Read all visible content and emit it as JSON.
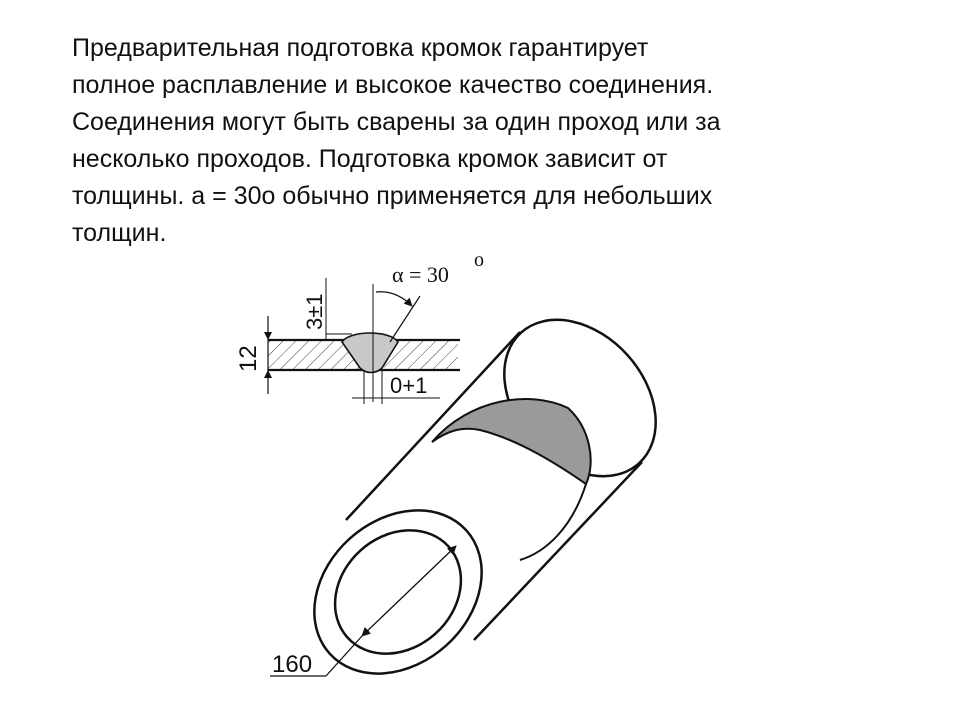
{
  "slide": {
    "paragraph_lines": [
      "Предварительная подготовка кромок гарантирует",
      "полное расплавление и высокое качество соединения.",
      "Соединения могут быть сварены за один проход или за",
      "несколько проходов. Подготовка кромок зависит от",
      "толщины. a = 30о обычно применяется для небольших",
      "толщин."
    ]
  },
  "figure": {
    "angle_label": "α = 30",
    "angle_unit": "o",
    "root_face_label": "3±1",
    "thickness_label": "12",
    "gap_label": "0+1",
    "diameter_label": "160"
  }
}
